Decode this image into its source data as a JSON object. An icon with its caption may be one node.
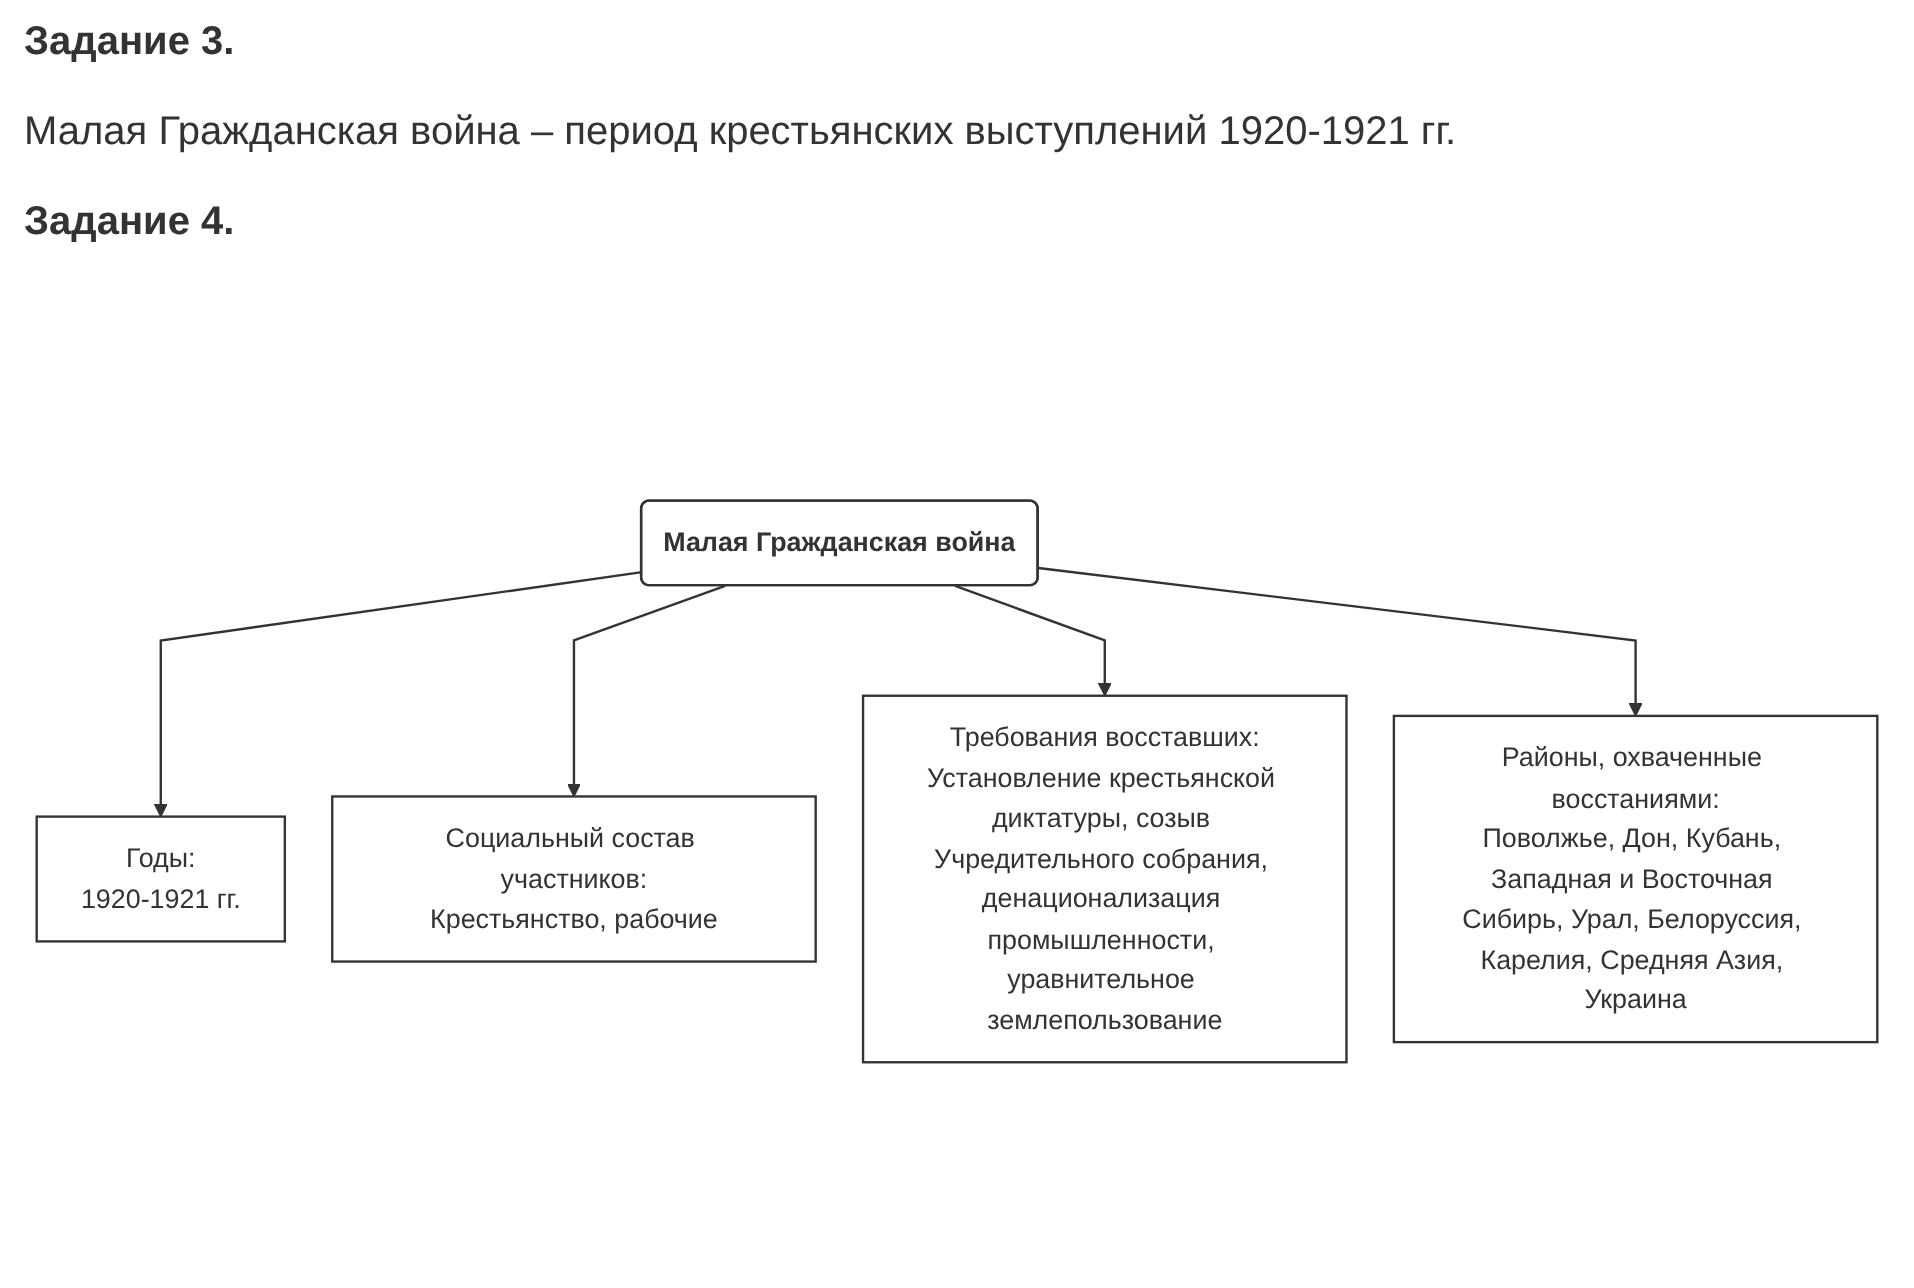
{
  "diagram": {
    "nodes": [
      {
        "text": [
          "Годы:",
          "1920-1921 гг."
        ]
      },
      {
        "text": [
          "Малая Гражданская война"
        ]
      },
      {
        "text": [
          "Социальный состав участников:",
          "Крестьянство, рабочие"
        ]
      },
      {
        "text": [
          "Требования восставших:",
          "Установление крестьянской диктатуры, созыв Учредительного собрания, денационализация промышленности, уравнительное землепользование"
        ]
      },
      {
        "text": [
          "Районы, охваченные восстаниями:",
          "Поволжье, Дон, Кубань, Западная и Восточная Сибирь, Урал, Белоруссия, Карелия, Средняя Азия, Украина"
        ]
      }
    ],
    "edges": [
      {
        "from": 1,
        "to": 0,
        "arrow": "to"
      },
      {
        "from": 1,
        "to": 2,
        "arrow": "to"
      },
      {
        "from": 1,
        "to": 3,
        "arrow": "to"
      },
      {
        "from": 1,
        "to": 4,
        "arrow": "to"
      }
    ],
    "labels": [
      "Задание 3.",
      "Малая Гражданская война – период крестьянских выступлений 1920-1921 гг.",
      "Задание 4."
    ]
  }
}
